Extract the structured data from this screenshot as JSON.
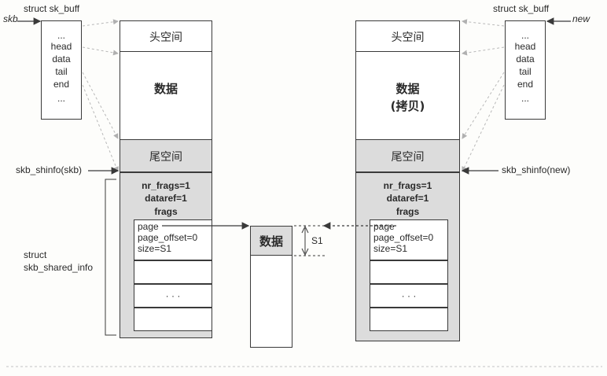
{
  "left": {
    "ptr_label": "skb",
    "struct_title": "struct sk_buff",
    "struct_fields": [
      "...",
      "head",
      "data",
      "tail",
      "end",
      "..."
    ],
    "headroom": "头空间",
    "data": "数据",
    "tailroom": "尾空间",
    "shinfo_label": "skb_shinfo(skb)",
    "nr_frags": "nr_frags=1",
    "dataref": "dataref=1",
    "frags": "frags",
    "frag_page": "page",
    "frag_offset": "page_offset=0",
    "frag_size": "size=S1",
    "ellipsis": "· · ·",
    "shared_info_label_1": "struct",
    "shared_info_label_2": "skb_shared_info"
  },
  "right": {
    "ptr_label": "new",
    "struct_title": "struct sk_buff",
    "struct_fields": [
      "...",
      "head",
      "data",
      "tail",
      "end",
      "..."
    ],
    "headroom": "头空间",
    "data": "数据",
    "data_copy": "(拷贝)",
    "tailroom": "尾空间",
    "shinfo_label": "skb_shinfo(new)",
    "nr_frags": "nr_frags=1",
    "dataref": "dataref=1",
    "frags": "frags",
    "frag_page": "page",
    "frag_offset": "page_offset=0",
    "frag_size": "size=S1",
    "ellipsis": "· · ·"
  },
  "page": {
    "data": "数据",
    "size_label": "S1"
  },
  "colors": {
    "line": "#3a3a3a",
    "shade": "#dcdcdc",
    "dashed": "#b8b8b8"
  }
}
